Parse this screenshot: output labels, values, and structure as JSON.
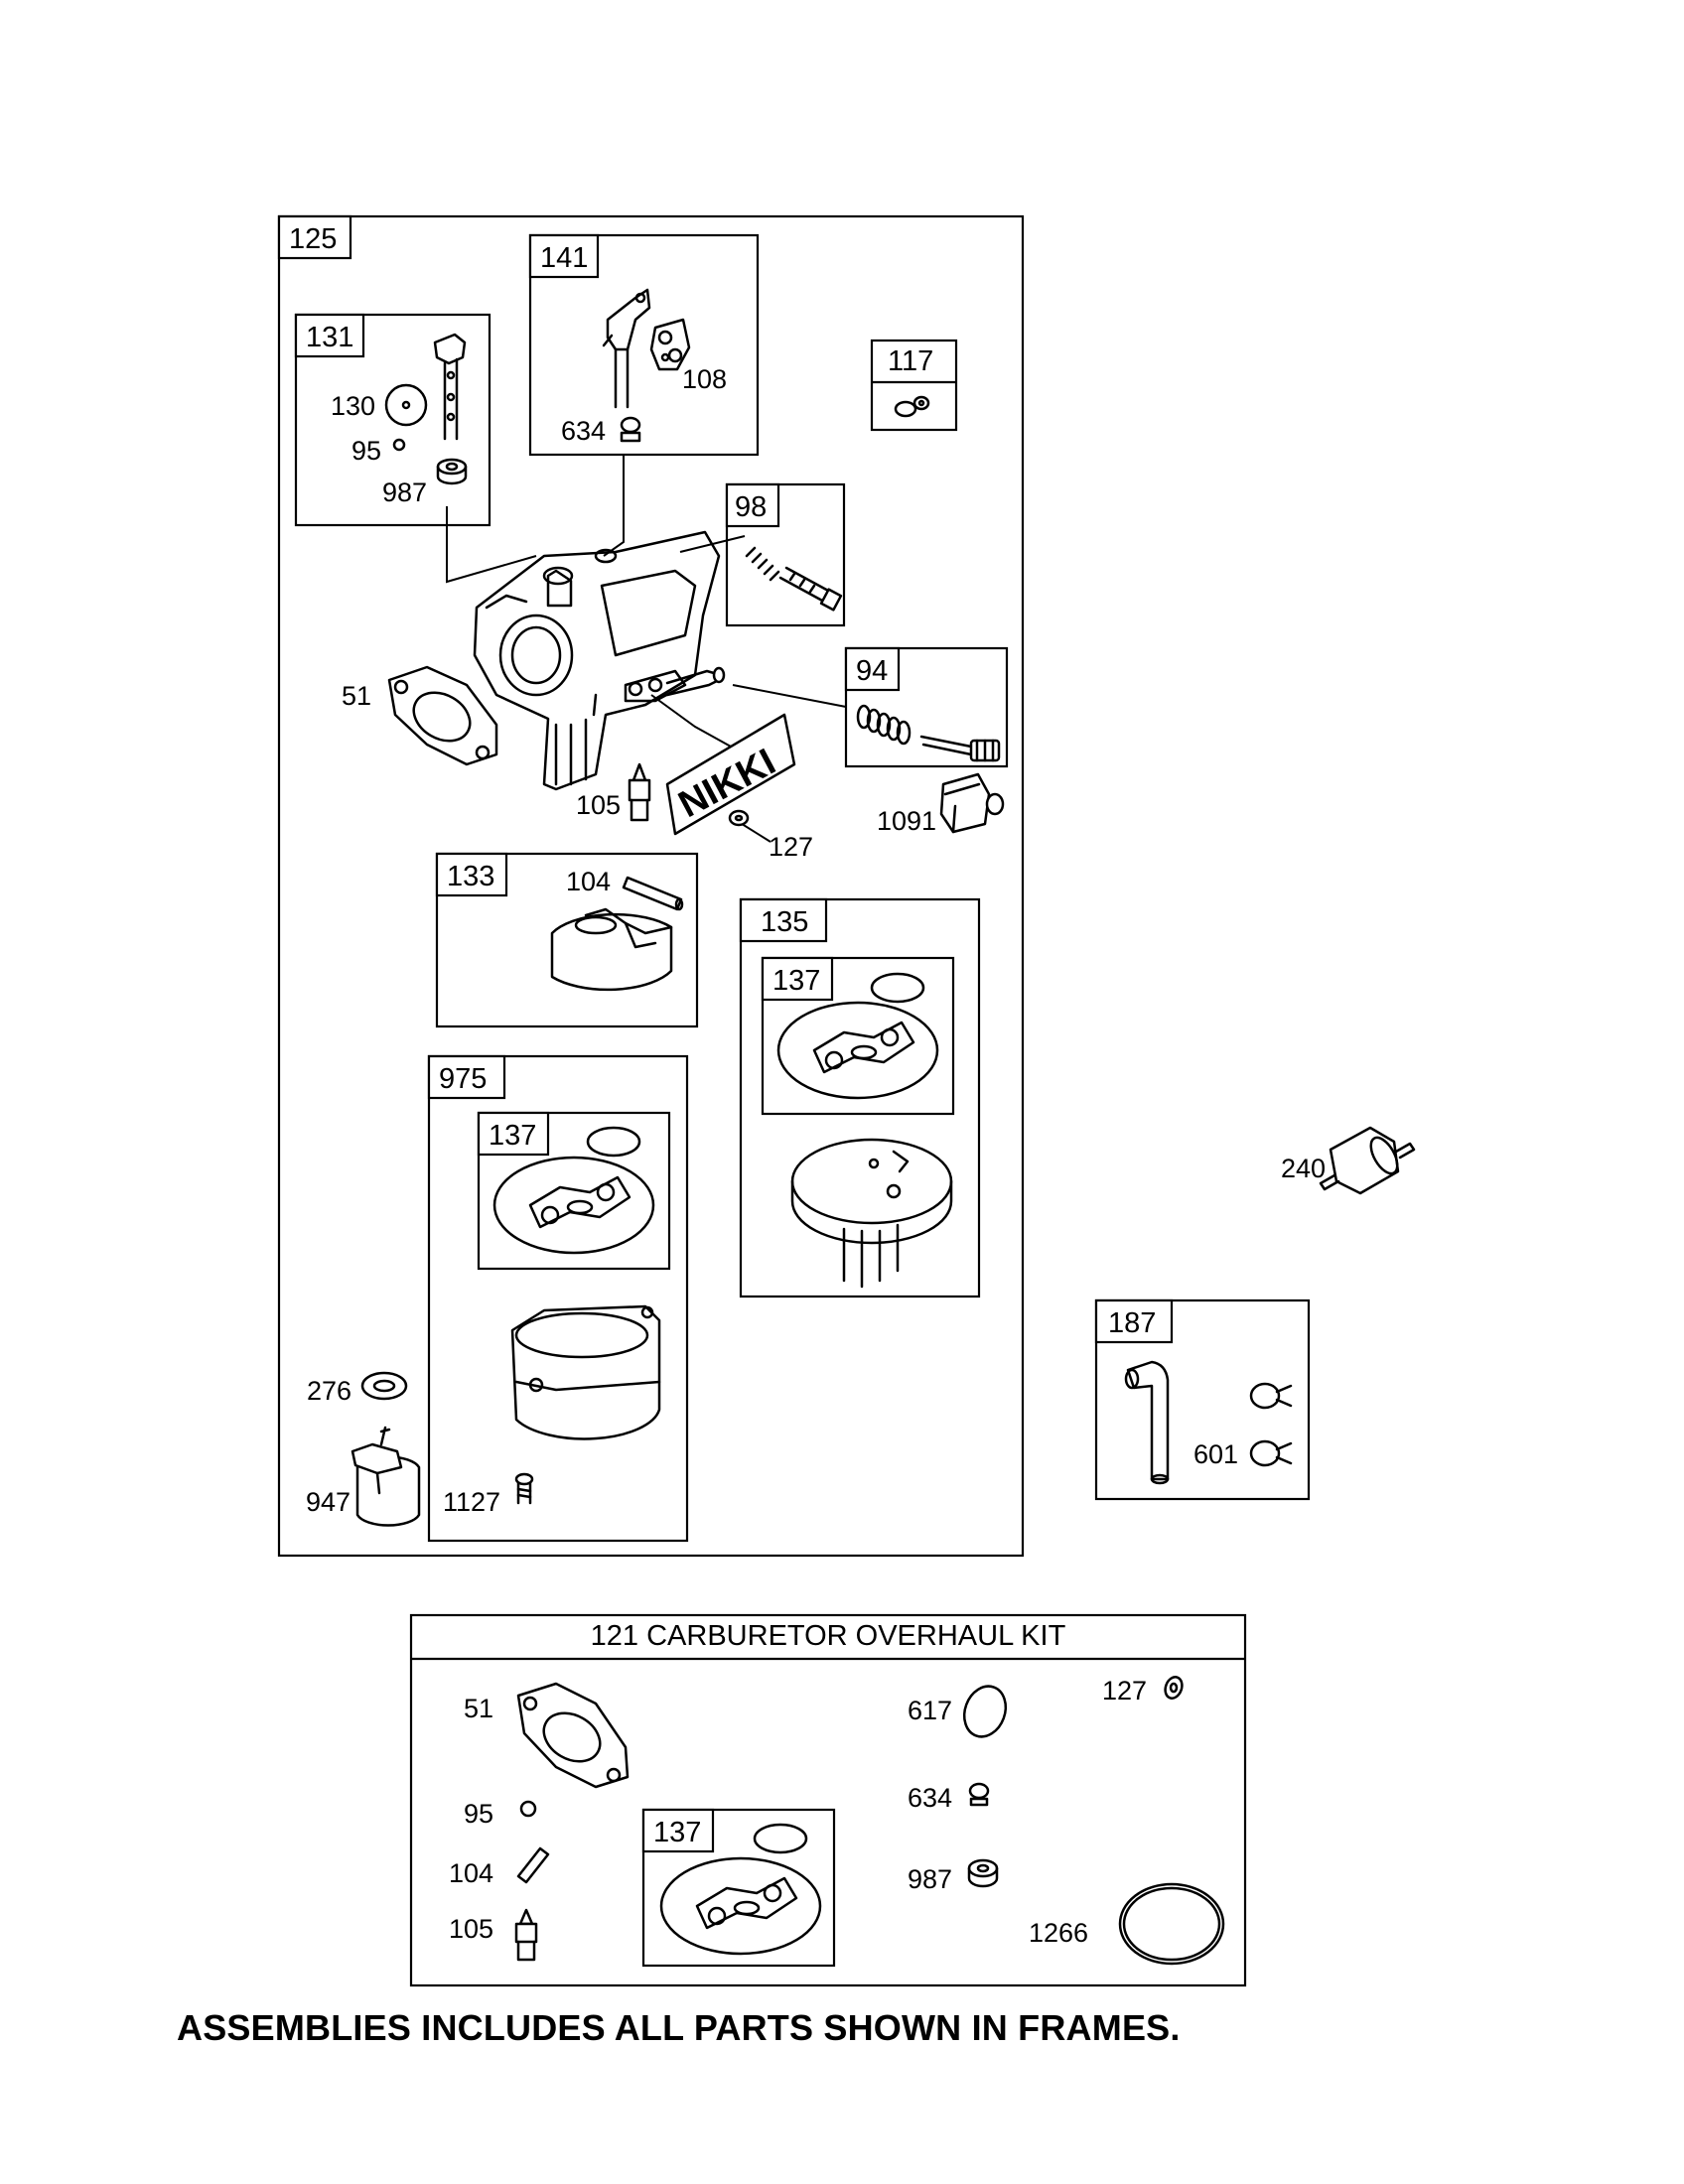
{
  "frames": {
    "f125": "125",
    "f141": "141",
    "f131": "131",
    "f117": "117",
    "f98": "98",
    "f94": "94",
    "f133": "133",
    "f135": "135",
    "f137a": "137",
    "f975": "975",
    "f137b": "137",
    "f187": "187",
    "f137c": "137"
  },
  "parts": {
    "p130": "130",
    "p95": "95",
    "p987": "987",
    "p108": "108",
    "p634": "634",
    "p51": "51",
    "p105": "105",
    "p127": "127",
    "p1091": "1091",
    "p104": "104",
    "p276": "276",
    "p947": "947",
    "p1127": "1127",
    "p240": "240",
    "p601": "601"
  },
  "brand_decal": "NIKKI",
  "kit": {
    "title": "121 CARBURETOR OVERHAUL KIT",
    "p51": "51",
    "p95": "95",
    "p104": "104",
    "p105": "105",
    "p617": "617",
    "p634": "634",
    "p987": "987",
    "p127": "127",
    "p1266": "1266"
  },
  "footnote": "ASSEMBLIES INCLUDES ALL PARTS SHOWN IN FRAMES."
}
